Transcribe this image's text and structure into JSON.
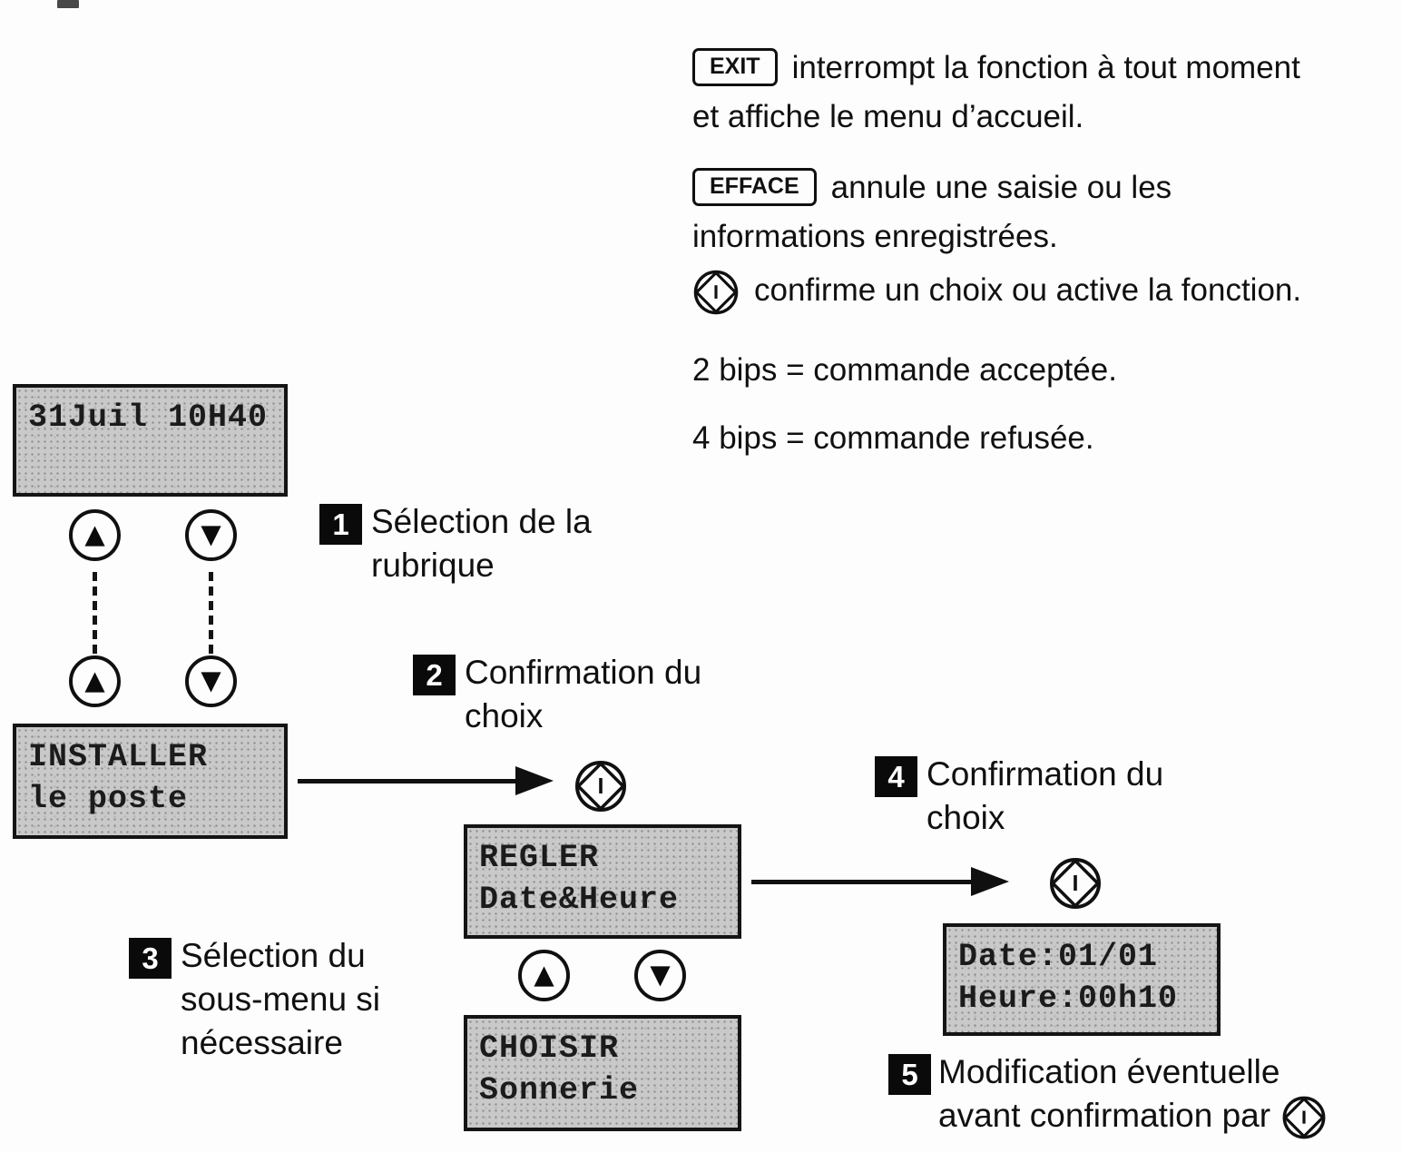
{
  "page": {
    "background": "#fdfdfd",
    "ink": "#111111",
    "lcd_bg": "#c9c9c9"
  },
  "right_panel": {
    "p1": {
      "key_label": "EXIT",
      "line1": "interrompt la fonction à tout moment",
      "line2": "et affiche le menu d’accueil."
    },
    "p2": {
      "key_label": "EFFACE",
      "line1": "annule une saisie ou les",
      "line2": "informations enregistrées."
    },
    "p3": {
      "text": "confirme un choix ou active la fonction."
    },
    "p4": "2 bips = commande acceptée.",
    "p5": "4 bips = commande refusée."
  },
  "displays": {
    "home": {
      "line1": "31Juil 10H40",
      "line2": ""
    },
    "menu": {
      "line1": "INSTALLER",
      "line2": "le poste"
    },
    "submenu1": {
      "line1": "REGLER",
      "line2": "Date&Heure"
    },
    "submenu2": {
      "line1": "CHOISIR",
      "line2": "Sonnerie"
    },
    "edit": {
      "line1": "Date:01/01",
      "line2": "Heure:00h10"
    }
  },
  "keys": {
    "up_glyph": "▲",
    "down_glyph": "▼"
  },
  "steps": [
    {
      "num": "1",
      "lines": [
        "Sélection de la",
        "rubrique"
      ]
    },
    {
      "num": "2",
      "lines": [
        "Confirmation du",
        "choix"
      ]
    },
    {
      "num": "3",
      "lines": [
        "Sélection du",
        "sous-menu si",
        "nécessaire"
      ]
    },
    {
      "num": "4",
      "lines": [
        "Confirmation du",
        "choix"
      ]
    },
    {
      "num": "5",
      "lines": [
        "Modification éventuelle",
        "avant confirmation par"
      ]
    }
  ]
}
